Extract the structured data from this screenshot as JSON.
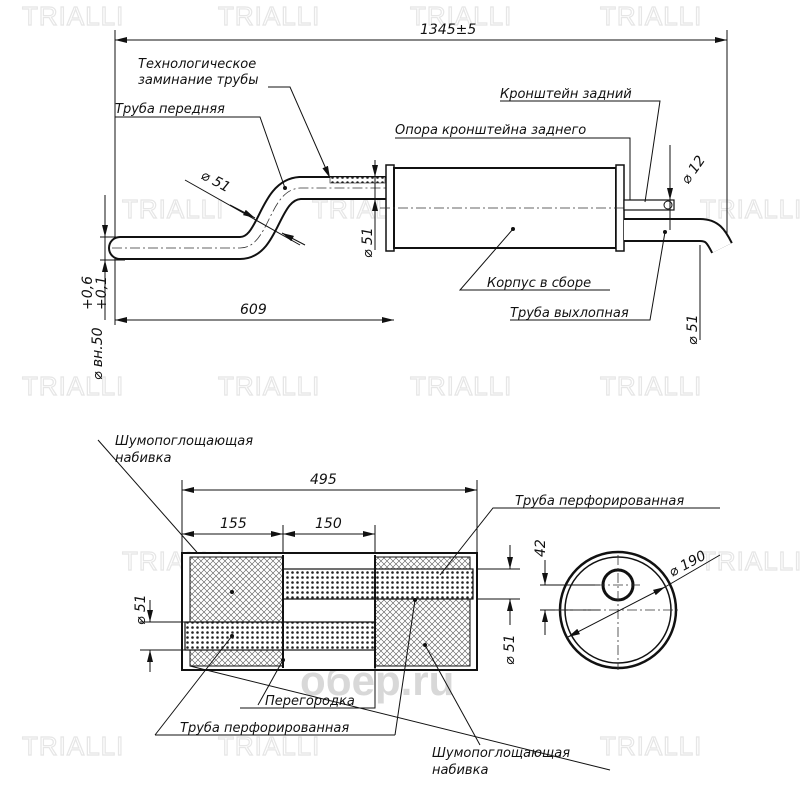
{
  "watermark": "TRIALLI",
  "logo": "обер.ru",
  "top_view": {
    "overall_length": "1345±5",
    "tech_crimp_line1": "Технологическое",
    "tech_crimp_line2": "заминание трубы",
    "front_pipe": "Труба передняя",
    "rear_bracket": "Кронштейн задний",
    "rear_bracket_support": "Опора кронштейна заднего",
    "dia_front_bend": "⌀ 51",
    "dia_front_end": "⌀ 51",
    "dia_bracket": "⌀ 12",
    "housing": "Корпус в сборе",
    "exhaust_pipe": "Труба выхлопная",
    "dia_exhaust": "⌀ 51",
    "front_length": "609",
    "inner_dia": "⌀ вн.50",
    "tol_upper": "+0,6",
    "tol_lower": "+0,1"
  },
  "section_view": {
    "absorber_top_line1": "Шумопоглощающая",
    "absorber_top_line2": "набивка",
    "body_length": "495",
    "chamber1": "155",
    "chamber2": "150",
    "perforated_pipe_top": "Труба  перфорированная",
    "dia_inlet": "⌀ 51",
    "dia_outlet": "⌀ 51",
    "offset": "42",
    "dia_body": "⌀ 190",
    "baffle": "Перегородка",
    "perforated_pipe_bottom": "Труба  перфорированная",
    "absorber_bottom_line1": "Шумопоглощающая",
    "absorber_bottom_line2": "набивка"
  }
}
